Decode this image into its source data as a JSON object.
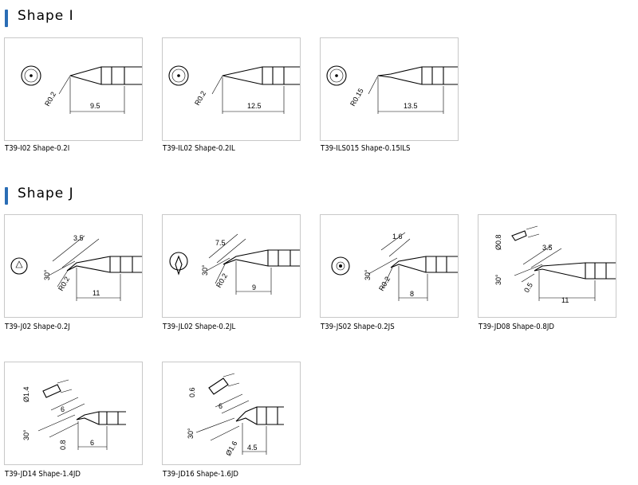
{
  "sections": [
    {
      "title": "Shape I"
    },
    {
      "title": "Shape J"
    }
  ],
  "tips": [
    {
      "caption": "T39-I02 Shape-0.2I",
      "dims": [
        "R0.2",
        "9.5"
      ]
    },
    {
      "caption": "T39-IL02 Shape-0.2IL",
      "dims": [
        "R0.2",
        "12.5"
      ]
    },
    {
      "caption": "T39-ILS015 Shape-0.15ILS",
      "dims": [
        "R0.15",
        "13.5"
      ]
    },
    {
      "caption": "T39-J02 Shape-0.2J",
      "dims": [
        "3.5",
        "30°",
        "R0.2",
        "11"
      ]
    },
    {
      "caption": "T39-JL02 Shape-0.2JL",
      "dims": [
        "7.5",
        "30°",
        "R0.2",
        "9"
      ]
    },
    {
      "caption": "T39-JS02 Shape-0.2JS",
      "dims": [
        "1.6",
        "30°",
        "R0.2",
        "8"
      ]
    },
    {
      "caption": "T39-JD08 Shape-0.8JD",
      "dims": [
        "Ø0.8",
        "3.5",
        "30°",
        "0.5",
        "11"
      ]
    },
    {
      "caption": "T39-JD14 Shape-1.4JD",
      "dims": [
        "Ø1.4",
        "6",
        "30°",
        "0.8",
        "6"
      ]
    },
    {
      "caption": "T39-JD16 Shape-1.6JD",
      "dims": [
        "0.6",
        "6",
        "30°",
        "Ø1.6",
        "4.5"
      ]
    }
  ],
  "colors": {
    "accent_bar": "#2a6db5",
    "card_border": "#c8c8c8"
  }
}
